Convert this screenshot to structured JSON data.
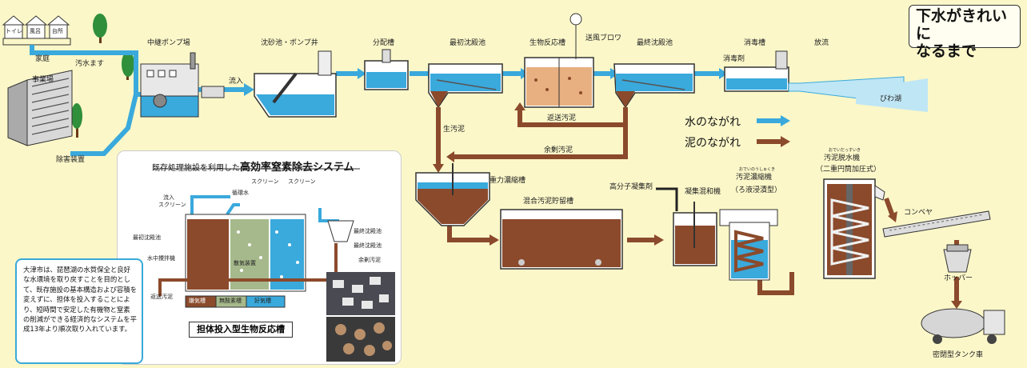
{
  "title": "下水がきれいになるまで",
  "title_lines": [
    "下水がきれいに",
    "なるまで"
  ],
  "sources": {
    "toilet": "トイレ",
    "bath": "風呂",
    "kitchen": "台所",
    "household": "家庭",
    "sewer_pipe": "汚水ます",
    "business": "事業場",
    "removal": "除害装置"
  },
  "water_stages": {
    "relay_pump": "中継ポンプ場",
    "inflow": "流入",
    "grit_chamber": "沈砂池・ポンプ井",
    "distribution": "分配槽",
    "primary_clarifier": "最初沈殿池",
    "bioreactor": "生物反応槽",
    "blower": "送風ブロワ",
    "final_clarifier": "最終沈殿池",
    "disinfectant": "消毒剤",
    "disinfection_tank": "消毒槽",
    "discharge": "放流",
    "lake": "びわ湖"
  },
  "sludge_flow_labels": {
    "return_sludge": "返送汚泥",
    "raw_sludge": "生汚泥",
    "excess_sludge": "余剰汚泥"
  },
  "legend": {
    "water": "水のながれ",
    "sludge": "泥のながれ",
    "water_color": "#3aa9dc",
    "sludge_color": "#8b4a2b"
  },
  "sludge_stages": {
    "gravity_thickener": "重力濃縮槽",
    "mixed_storage": "混合汚泥貯留槽",
    "polymer": "高分子凝集剤",
    "mixer": "凝集混和機",
    "thickener": "汚泥濃縮機",
    "thickener_ruby": "おでいのうしゅくき",
    "thickener_type": "（ろ液浸漬型）",
    "dewatering": "汚泥脱水機",
    "dewatering_ruby": "おでいだっすいき",
    "dewatering_type": "（二重円筒加圧式）",
    "conveyor": "コンベヤ",
    "hopper": "ホッパー",
    "tank_truck": "密閉型タンク車"
  },
  "inset": {
    "title_prefix": "既存処理施設を利用した",
    "title_main": "高効率窒素除去システム",
    "circulation_water": "循環水",
    "screen1": "スクリーン",
    "screen2": "スクリーン",
    "inflow_screen_1": "流入",
    "inflow_screen_2": "スクリーン",
    "primary_effluent": "最初沈殿池",
    "mixer": "水中攪拌機",
    "diffuser": "散気装置",
    "return_sludge": "返送汚泥",
    "to_final_1": "最終沈殿池",
    "to_final_2": "最終沈殿池",
    "excess_sludge": "余剰汚泥",
    "zone_anaerobic": "嫌気槽",
    "zone_anoxic": "無酸素槽",
    "zone_aerobic": "好気槽",
    "bio_label": "担体投入型生物反応槽",
    "description": "大津市は、琵琶湖の水質保全と良好な水環境を取り戻すことを目的として、既存施設の基本構造および容積を変えずに、担体を投入することにより、短時間で安定した有機物と窒素の削減ができる経済的なシステムを平成13年より順次取り入れています。"
  }
}
